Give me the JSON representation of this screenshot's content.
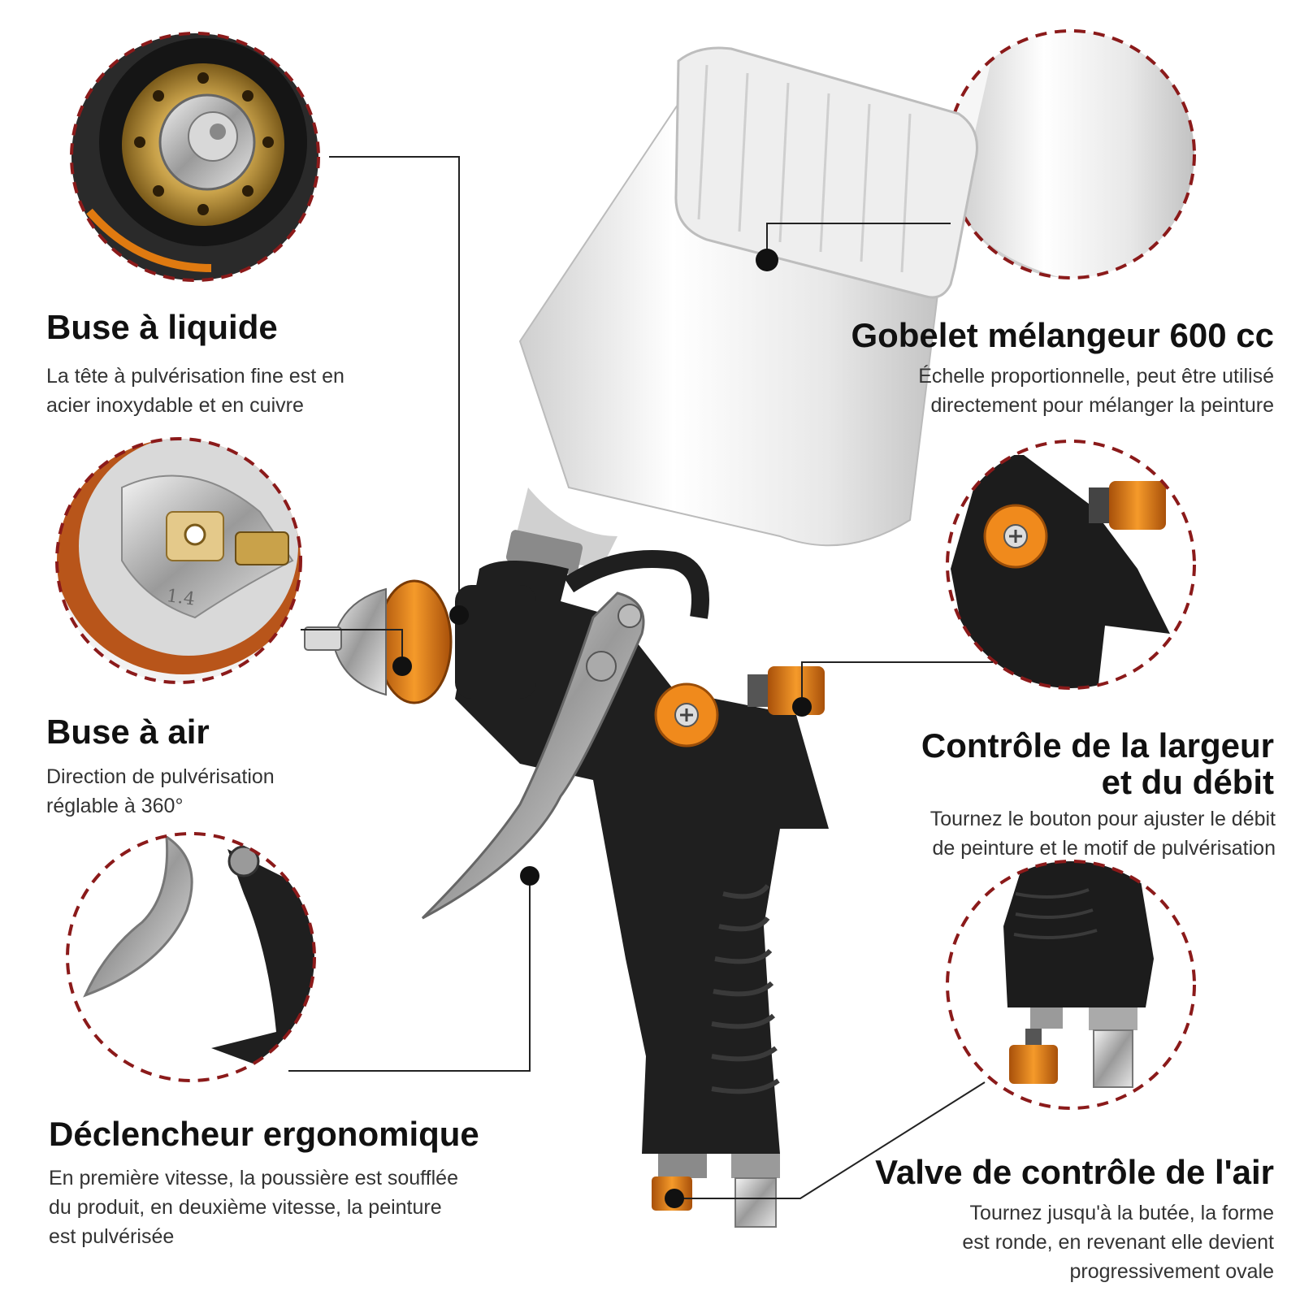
{
  "features": {
    "fluid_nozzle": {
      "title": "Buse à liquide",
      "desc": "La tête à pulvérisation fine est en\nacier inoxydable et en cuivre"
    },
    "air_cap": {
      "title": "Buse à air",
      "desc": "Direction de pulvérisation\nréglable à 360°",
      "cap_marking": "1.4"
    },
    "trigger": {
      "title": "Déclencheur ergonomique",
      "desc": "En première vitesse, la poussière est soufflée\ndu produit, en deuxième vitesse, la peinture\nest pulvérisée"
    },
    "cup": {
      "title": "Gobelet mélangeur 600 cc",
      "desc": "Échelle proportionnelle, peut être utilisé\ndirectement pour mélanger la peinture"
    },
    "width_flow": {
      "title_line1": "Contrôle de la largeur",
      "title_line2": "et du débit",
      "desc": "Tournez le bouton pour ajuster le débit\nde peinture et le motif de pulvérisation"
    },
    "air_valve": {
      "title": "Valve de contrôle de l'air",
      "desc": "Tournez jusqu'à la butée, la forme\nest ronde, en revenant elle devient\nprogressivement ovale"
    }
  },
  "colors": {
    "dashed_ring": "#8b1a1a",
    "accent_orange": "#e07a10",
    "gun_body": "#1f1f1f",
    "leader_line": "#222222"
  }
}
